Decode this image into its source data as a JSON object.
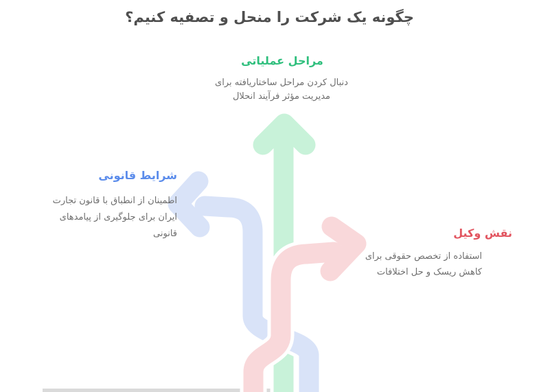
{
  "title": "چگونه یک شرکت را منحل و تصفیه کنیم؟",
  "branches": {
    "operational": {
      "heading": "مراحل عملیاتی",
      "lines": [
        "دنبال کردن مراحل ساختاریافته برای",
        "مدیریت مؤثر فرآیند انحلال"
      ],
      "direction": "up"
    },
    "legal": {
      "heading": "شرایط قانونی",
      "lines": [
        "اطمینان از انطباق با قانون تجارت",
        "ایران برای جلوگیری از پیامدهای",
        "قانونی"
      ],
      "direction": "left"
    },
    "lawyer": {
      "heading": "نقش وکیل",
      "lines": [
        "استفاده از تخصص حقوقی برای",
        "کاهش ریسک و حل اختلافات"
      ],
      "direction": "right"
    }
  },
  "colors": {
    "background": "#ffffff",
    "title_text": "#4f4f4f",
    "body_text": "#6e6e6e",
    "operational_heading": "#2fbf7d",
    "operational_arrow": "#c8f2d9",
    "legal_heading": "#5b8ceb",
    "legal_arrow": "#d9e3f8",
    "lawyer_heading": "#e25560",
    "lawyer_arrow": "#f9d8da",
    "arrow_outline": "#ffffff"
  }
}
